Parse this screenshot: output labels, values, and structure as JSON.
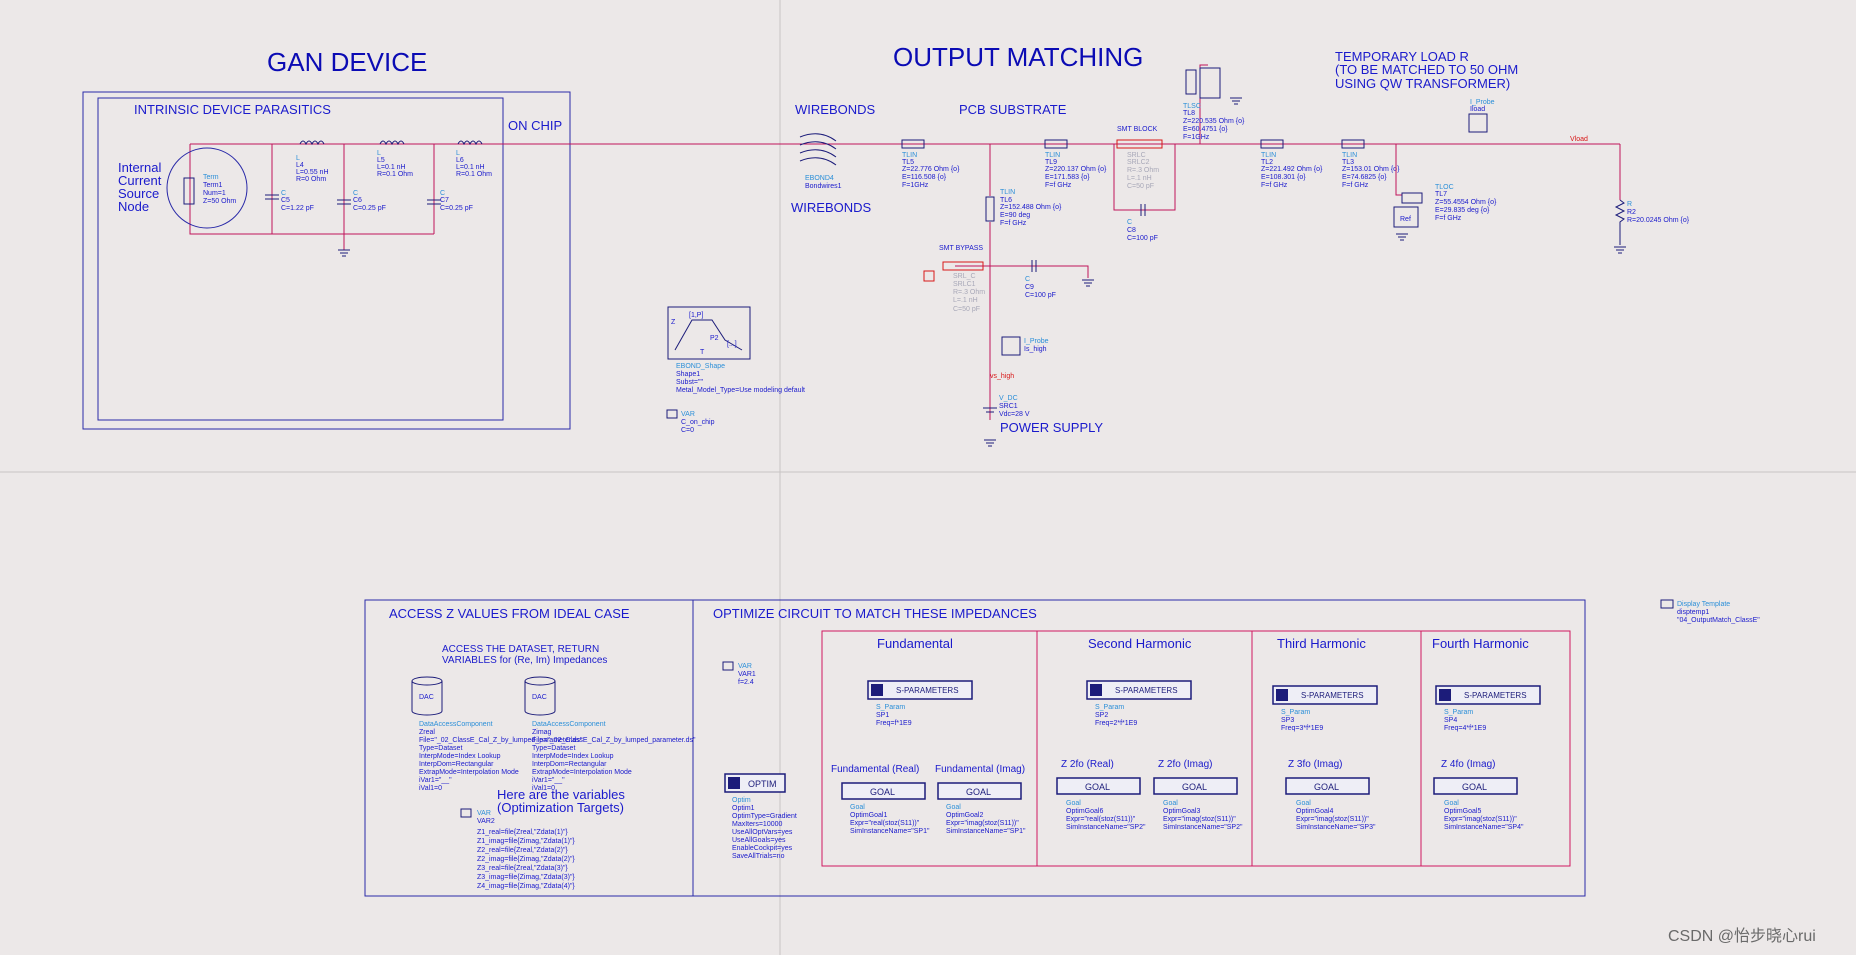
{
  "titles": {
    "gan_device": "GAN DEVICE",
    "output_matching": "OUTPUT MATCHING",
    "temp_load_1": "TEMPORARY LOAD R",
    "temp_load_2": "(TO BE MATCHED TO 50 OHM",
    "temp_load_3": "USING QW TRANSFORMER)"
  },
  "labels": {
    "parasitics": "INTRINSIC DEVICE PARASITICS",
    "on_chip": "ON CHIP",
    "wirebonds_top": "WIREBONDS",
    "wirebonds_bottom": "WIREBONDS",
    "pcb_substrate": "PCB SUBSTRATE",
    "power_supply": "POWER SUPPLY",
    "smt_block": "SMT BLOCK",
    "smt_bypass": "SMT BYPASS",
    "node_1": "Internal",
    "node_2": "Current",
    "node_3": "Source",
    "node_4": "Node",
    "vload": "Vload",
    "vs_high": "vs_high"
  },
  "components": {
    "term1": [
      "Term",
      "Term1",
      "Num=1",
      "Z=50 Ohm"
    ],
    "c5": [
      "C",
      "C5",
      "C=1.22 pF"
    ],
    "c6": [
      "C",
      "C6",
      "C=0.25 pF"
    ],
    "c7": [
      "C",
      "C7",
      "C=0.25 pF"
    ],
    "l4": [
      "L",
      "L4",
      "L=0.55 nH",
      "R=0 Ohm"
    ],
    "l5": [
      "L",
      "L5",
      "L=0.1 nH",
      "R=0.1 Ohm"
    ],
    "l6": [
      "L",
      "L6",
      "L=0.1 nH",
      "R=0.1 Ohm"
    ],
    "bondwires": [
      "EBOND4",
      "Bondwires1"
    ],
    "tl5": [
      "TLIN",
      "TL5",
      "Z=22.776 Ohm {o}",
      "E=116.508 {o}",
      "F=1GHz"
    ],
    "tl9": [
      "TLIN",
      "TL9",
      "Z=220.137 Ohm {o}",
      "E=171.583 {o}",
      "F=f GHz"
    ],
    "tl6": [
      "TLIN",
      "TL6",
      "Z=152.488 Ohm {o}",
      "E=90 deg",
      "F=f GHz"
    ],
    "tl8": [
      "TLSC",
      "TL8",
      "Z=220.535 Ohm {o}",
      "E=60.4751 {o}",
      "F=1GHz"
    ],
    "tl2": [
      "TLIN",
      "TL2",
      "Z=221.492 Ohm {o}",
      "E=108.301 {o}",
      "F=f GHz"
    ],
    "tl3": [
      "TLIN",
      "TL3",
      "Z=153.01 Ohm {o}",
      "E=74.6825 {o}",
      "F=f GHz"
    ],
    "tl7": [
      "TLOC",
      "TL7",
      "Z=55.4554 Ohm {o}",
      "E=29.835 deg {o}",
      "F=f GHz"
    ],
    "r2": [
      "R",
      "R2",
      "R=20.0245 Ohm {o}"
    ],
    "i_probe_load": [
      "I_Probe",
      "Iload"
    ],
    "c8": [
      "C",
      "C8",
      "C=100 pF"
    ],
    "c9": [
      "C",
      "C9",
      "C=100 pF"
    ],
    "smt_block_parts": [
      "SRLC",
      "SRLC2",
      "R=.3 Ohm",
      "L=.1 nH",
      "C=50 pF"
    ],
    "smt_bypass_parts": [
      "SRL_C",
      "SRLC1",
      "R=.3 Ohm",
      "L=.1 nH",
      "C=50 pF"
    ],
    "i_probe_high": [
      "I_Probe",
      "Is_high"
    ],
    "v_dc": [
      "V_DC",
      "SRC1",
      "Vdc=28 V"
    ],
    "ebond_shape": [
      "EBOND_Shape",
      "Shape1",
      "Subst=\"\"",
      "Metal_Model_Type=Use modeling default"
    ],
    "var_cchip": [
      "VAR",
      "C_on_chip",
      "C=0"
    ],
    "ref_label": "Ref"
  },
  "ebond_axes": [
    "Z",
    "[1,P]",
    "P2",
    "T",
    "[...]"
  ],
  "access": {
    "title": "ACCESS Z VALUES FROM IDEAL CASE",
    "subtitle_1": "ACCESS THE DATASET, RETURN",
    "subtitle_2": "VARIABLES for (Re, Im) Impedances",
    "dac_icon": "DAC",
    "dac_real": [
      "DataAccessComponent",
      "Zreal",
      "File=\"_02_ClassE_Cal_Z_by_lumped_parameter.ds\"",
      "Type=Dataset",
      "InterpMode=Index Lookup",
      "InterpDom=Rectangular",
      "ExtrapMode=Interpolation Mode",
      "iVar1=\"__\"",
      "iVal1=0"
    ],
    "dac_imag": [
      "DataAccessComponent",
      "Zimag",
      "File=\"_02_ClassE_Cal_Z_by_lumped_parameter.ds\"",
      "Type=Dataset",
      "InterpMode=Index Lookup",
      "InterpDom=Rectangular",
      "ExtrapMode=Interpolation Mode",
      "iVar1=\"__\"",
      "iVal1=0"
    ],
    "here_1": "Here are the variables",
    "here_2": "(Optimization Targets)",
    "var2": [
      "VAR",
      "VAR2",
      "Z1_real=file{Zreal,\"Zdata(1)\"}",
      "Z1_imag=file{Zimag,\"Zdata(1)\"}",
      "Z2_real=file{Zreal,\"Zdata(2)\"}",
      "Z2_imag=file{Zimag,\"Zdata(2)\"}",
      "Z3_real=file{Zreal,\"Zdata(3)\"}",
      "Z3_imag=file{Zimag,\"Zdata(3)\"}",
      "Z4_imag=file{Zimag,\"Zdata(4)\"}"
    ]
  },
  "optimize": {
    "title": "OPTIMIZE CIRCUIT TO MATCH THESE IMPEDANCES",
    "var1": [
      "VAR",
      "VAR1",
      "f=2.4"
    ],
    "optim_label": "OPTIM",
    "optim": [
      "Optim",
      "Optim1",
      "OptimType=Gradient",
      "MaxIters=10000",
      "UseAllOptVars=yes",
      "UseAllGoals=yes",
      "EnableCockpit=yes",
      "SaveAllTrials=no"
    ],
    "sparam_label": "S-PARAMETERS",
    "goal_label": "GOAL",
    "harmonics": [
      {
        "name": "Fundamental",
        "sp": [
          "S_Param",
          "SP1",
          "Freq=f*1E9"
        ]
      },
      {
        "name": "Second Harmonic",
        "sp": [
          "S_Param",
          "SP2",
          "Freq=2*f*1E9"
        ]
      },
      {
        "name": "Third Harmonic",
        "sp": [
          "S_Param",
          "SP3",
          "Freq=3*f*1E9"
        ]
      },
      {
        "name": "Fourth Harmonic",
        "sp": [
          "S_Param",
          "SP4",
          "Freq=4*f*1E9"
        ]
      }
    ],
    "goals": [
      {
        "label": "Fundamental (Real)",
        "lines": [
          "Goal",
          "OptimGoal1",
          "Expr=\"real(stoz(S11))\"",
          "SimInstanceName=\"SP1\""
        ]
      },
      {
        "label": "Fundamental (Imag)",
        "lines": [
          "Goal",
          "OptimGoal2",
          "Expr=\"imag(stoz(S11))\"",
          "SimInstanceName=\"SP1\""
        ]
      },
      {
        "label": "Z 2fo (Real)",
        "lines": [
          "Goal",
          "OptimGoal6",
          "Expr=\"real(stoz(S11))\"",
          "SimInstanceName=\"SP2\""
        ]
      },
      {
        "label": "Z 2fo (Imag)",
        "lines": [
          "Goal",
          "OptimGoal3",
          "Expr=\"imag(stoz(S11))\"",
          "SimInstanceName=\"SP2\""
        ]
      },
      {
        "label": "Z 3fo (Imag)",
        "lines": [
          "Goal",
          "OptimGoal4",
          "Expr=\"imag(stoz(S11))\"",
          "SimInstanceName=\"SP3\""
        ]
      },
      {
        "label": "Z 4fo (Imag)",
        "lines": [
          "Goal",
          "OptimGoal5",
          "Expr=\"imag(stoz(S11))\"",
          "SimInstanceName=\"SP4\""
        ]
      }
    ]
  },
  "display_template": [
    "Display Template",
    "disptemp1",
    "\"04_OutputMatch_ClassE\""
  ],
  "watermark": "CSDN @怡步晓心rui"
}
